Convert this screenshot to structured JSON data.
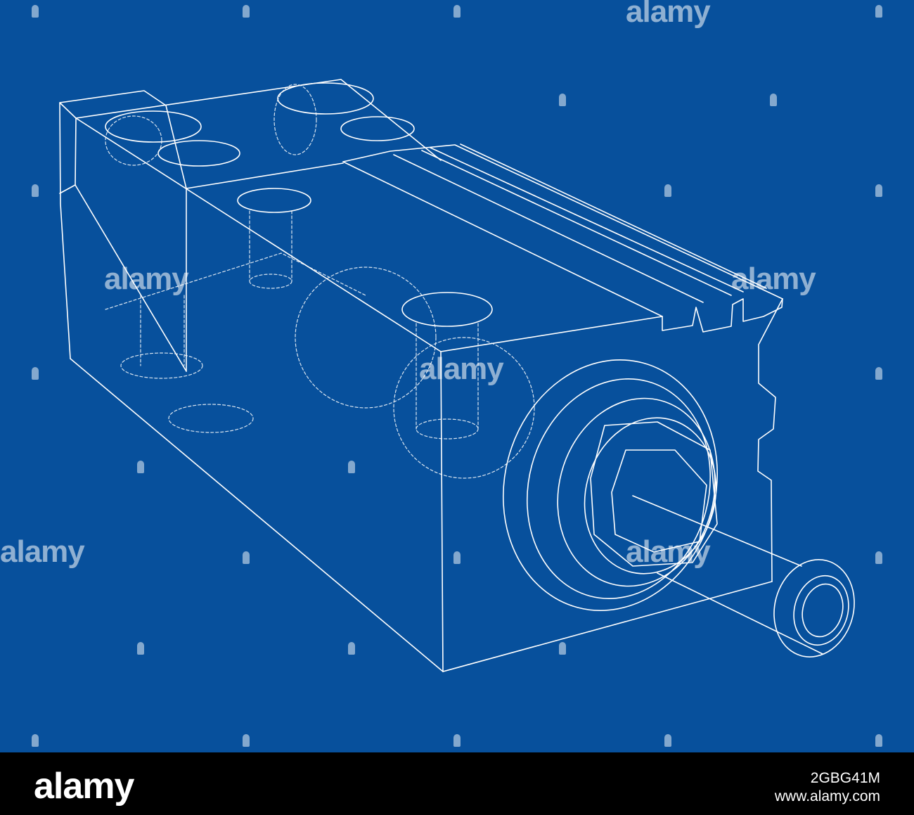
{
  "image": {
    "subject": "pneumatic-cylinder-wireframe",
    "background_color": "#07509c",
    "line_color": "#ffffff"
  },
  "watermark": {
    "text": "alamy"
  },
  "footer": {
    "logo": "alamy",
    "image_code": "2GBG41M",
    "url": "www.alamy.com"
  }
}
